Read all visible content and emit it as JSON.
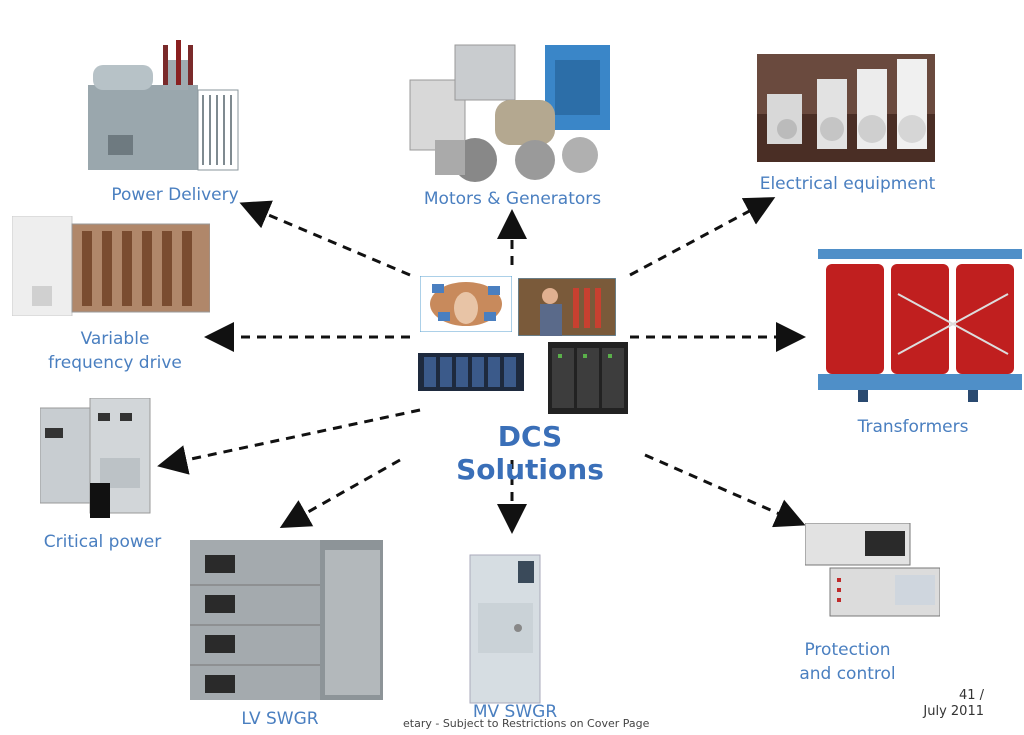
{
  "title": "DCS Solutions",
  "nodes": [
    {
      "id": "power-delivery",
      "label": "Power Delivery"
    },
    {
      "id": "motors-generators",
      "label": "Motors & Generators"
    },
    {
      "id": "electrical-equipment",
      "label": "Electrical equipment"
    },
    {
      "id": "variable-frequency-drive",
      "label_line1": "Variable",
      "label_line2": "frequency drive"
    },
    {
      "id": "transformers",
      "label": "Transformers"
    },
    {
      "id": "critical-power",
      "label": "Critical power"
    },
    {
      "id": "lv-swgr",
      "label": "LV SWGR"
    },
    {
      "id": "mv-swgr",
      "label": "MV SWGR"
    },
    {
      "id": "protection-control",
      "label_line1": "Protection",
      "label_line2": "and control"
    }
  ],
  "footer": {
    "disclaimer": "etary - Subject to Restrictions on Cover Page",
    "page": "41 /",
    "date": "July 2011"
  },
  "colors": {
    "label": "#4a7fc0",
    "title": "#3a6fb8",
    "arrow": "#111111"
  }
}
